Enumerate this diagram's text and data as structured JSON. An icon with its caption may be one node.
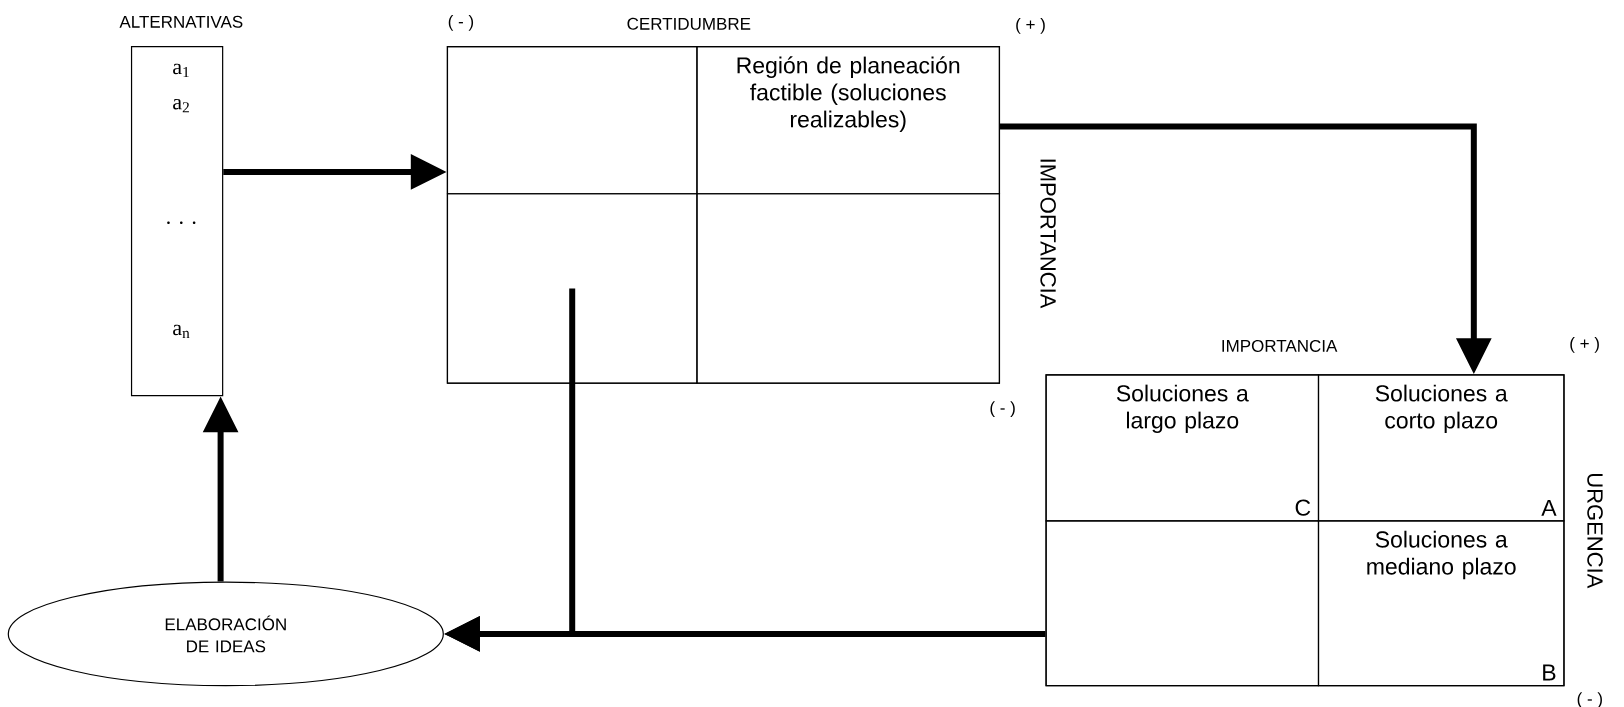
{
  "diagram": {
    "nodes": [
      {
        "text": [
          "ALTERNATIVAS",
          "a$_{1}$",
          "a$_{2}$",
          ". . .",
          "a$_{n}$"
        ]
      },
      {
        "text": [
          "CERTIDUMBRE",
          "IMPORTANCIA"
        ]
      },
      {
        "text": [],
        "shape": "box",
        "in": 1
      },
      {
        "text": [
          "Región de planeación factible (soluciones realizables)"
        ],
        "in": 1
      },
      {
        "text": [],
        "shape": "box",
        "in": 1
      },
      {
        "text": [],
        "shape": "box",
        "in": 1
      },
      {
        "text": [
          "IMPORTANCIA",
          "URGENCIA"
        ]
      },
      {
        "text": [
          "Soluciones a largo plazo",
          "C"
        ],
        "in": 6
      },
      {
        "text": [
          "Soluciones a corto plazo",
          "A"
        ],
        "in": 6
      },
      {
        "text": [],
        "shape": "box",
        "in": 6
      },
      {
        "text": [
          "Soluciones a mediano plazo",
          "B"
        ],
        "in": 6
      },
      {
        "text": [
          "ELABORACIÓN DE IDEAS"
        ]
      }
    ],
    "edges": [
      {
        "from": 0,
        "to": 1,
        "arrow": "to"
      },
      {
        "from": 1,
        "to": 6,
        "arrow": "to"
      },
      {
        "from": 6,
        "to": 11,
        "arrow": "to"
      },
      {
        "from": 4,
        "to": 11,
        "arrow": "to"
      },
      {
        "from": 11,
        "to": 0,
        "arrow": "to"
      }
    ],
    "labels": [
      "( - )",
      "( + )",
      "( - )",
      "( + )",
      "( - )"
    ]
  }
}
